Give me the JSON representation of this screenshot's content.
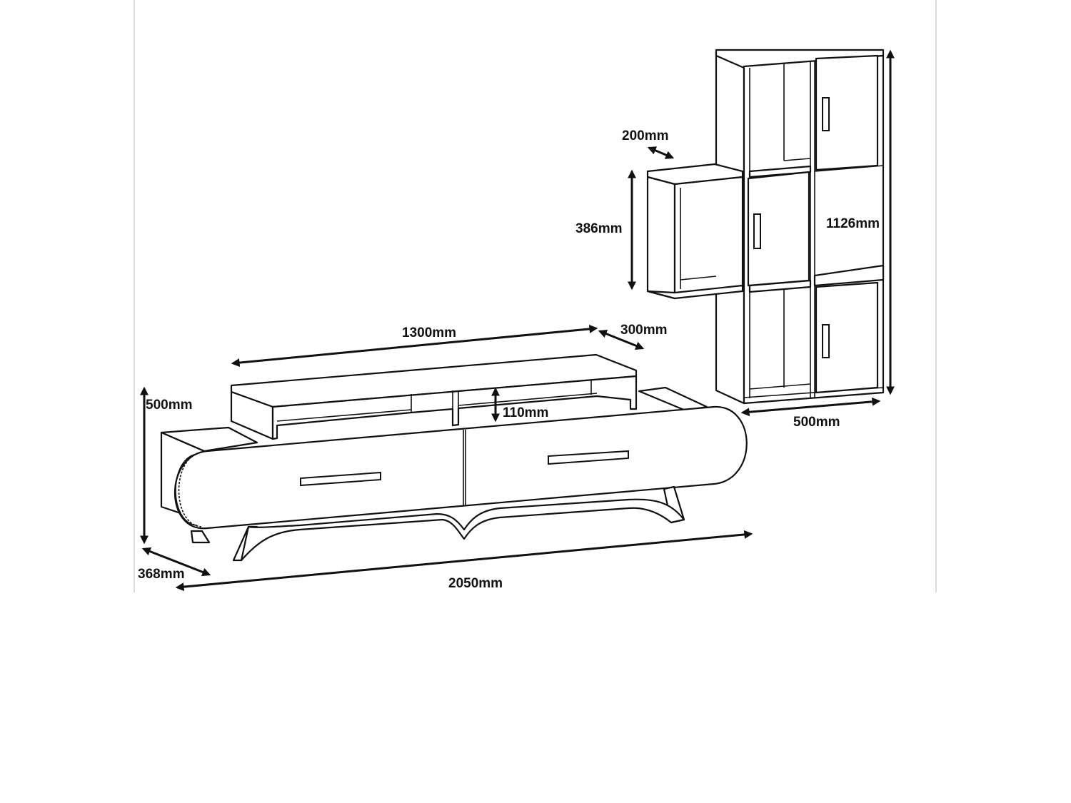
{
  "dimensions": {
    "bookcase_depth": "200mm",
    "wall_shelf_height": "386mm",
    "bookcase_height": "1126mm",
    "bookcase_width": "500mm",
    "top_shelf_width": "1300mm",
    "top_shelf_depth": "300mm",
    "shelf_gap": "110mm",
    "unit_height": "500mm",
    "unit_depth": "368mm",
    "unit_width": "2050mm"
  },
  "colors": {
    "line": "#111111",
    "background": "#ffffff",
    "frame": "#cfcfcf"
  }
}
